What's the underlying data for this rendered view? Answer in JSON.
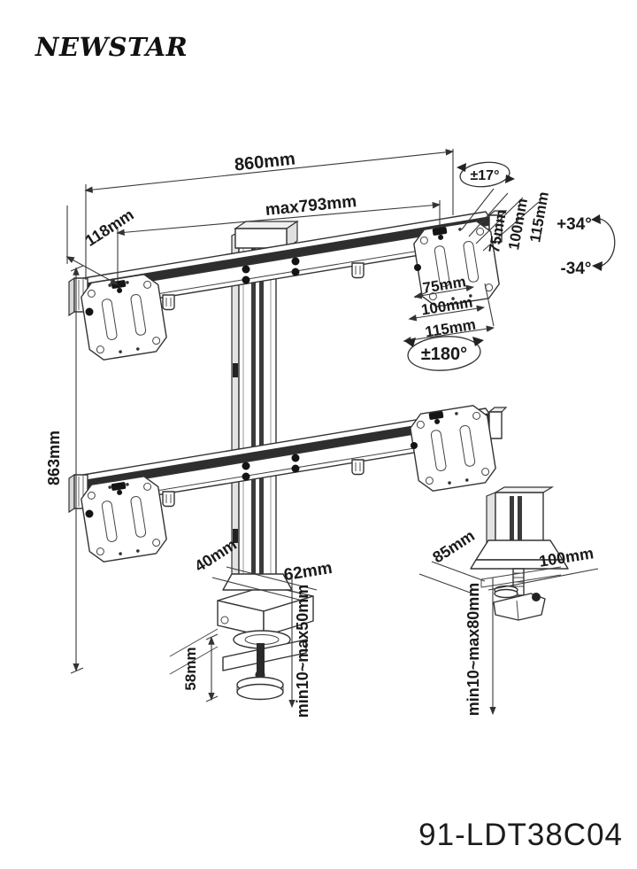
{
  "brand": {
    "name": "NEWSTAR"
  },
  "product": {
    "code": "91-LDT38C04"
  },
  "labels": {
    "total_width": "860mm",
    "max_width": "max793mm",
    "end_offset": "118mm",
    "tilt_range": "±17°",
    "rotation_range": "±180°",
    "swivel_up": "+34°",
    "swivel_down": "-34°",
    "total_height": "863mm",
    "pole_depth": "40mm",
    "pole_width": "62mm",
    "clamp_height": "58mm",
    "clamp_range": "min10~max50mm",
    "grommet_base_depth": "85mm",
    "grommet_base_width": "100mm",
    "grommet_range": "min10~max80mm"
  },
  "vesa": {
    "side": [
      "75mm",
      "100mm",
      "115mm"
    ],
    "bottom": [
      "75mm",
      "100mm",
      "115mm"
    ]
  }
}
